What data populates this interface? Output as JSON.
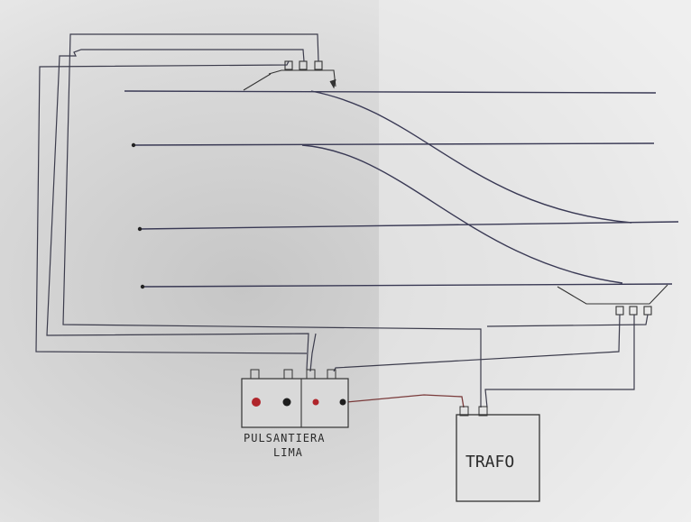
{
  "labels": {
    "control_line1": "PULSANTIERA",
    "control_line2": "LIMA",
    "transformer": "TRAFO"
  },
  "colors": {
    "paper": "#e6e6e6",
    "ink": "#3a3a55",
    "wire_dark": "#3c3c4c",
    "wire_red": "#7a3b3b",
    "button_red": "#b0252b",
    "button_black": "#1e1e1e"
  }
}
